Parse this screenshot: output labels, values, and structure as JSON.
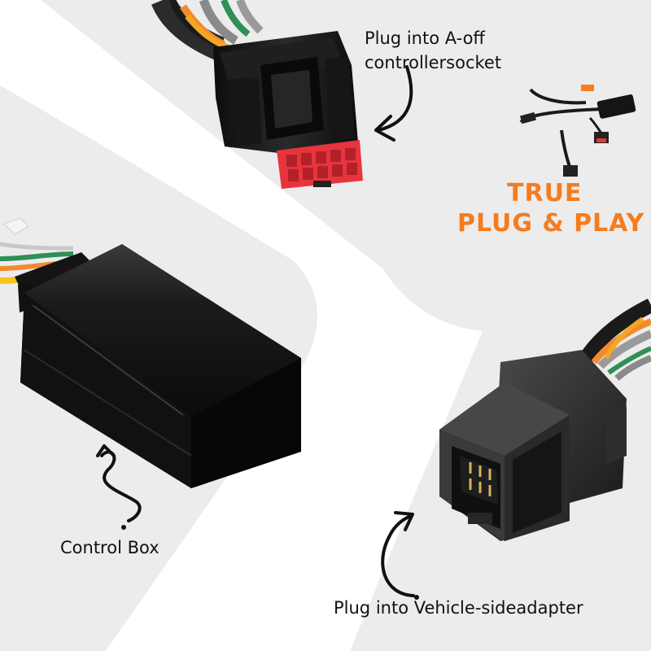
{
  "labels": {
    "a_off_line1": "Plug into A-off",
    "a_off_line2": "controllersocket",
    "control_box": "Control Box",
    "vehicle_side": "Plug into Vehicle-sideadapter"
  },
  "promo": {
    "line1": "TRUE",
    "line2": "PLUG & PLAY"
  },
  "colors": {
    "background_white": "#ffffff",
    "panel_gray": "#ececec",
    "promo_orange": "#f57c1f",
    "connector_red": "#e8343c",
    "housing_black": "#141414"
  },
  "icons": {
    "arrow": "curved-arrow-icon",
    "squiggle": "squiggle-arrow-icon"
  }
}
